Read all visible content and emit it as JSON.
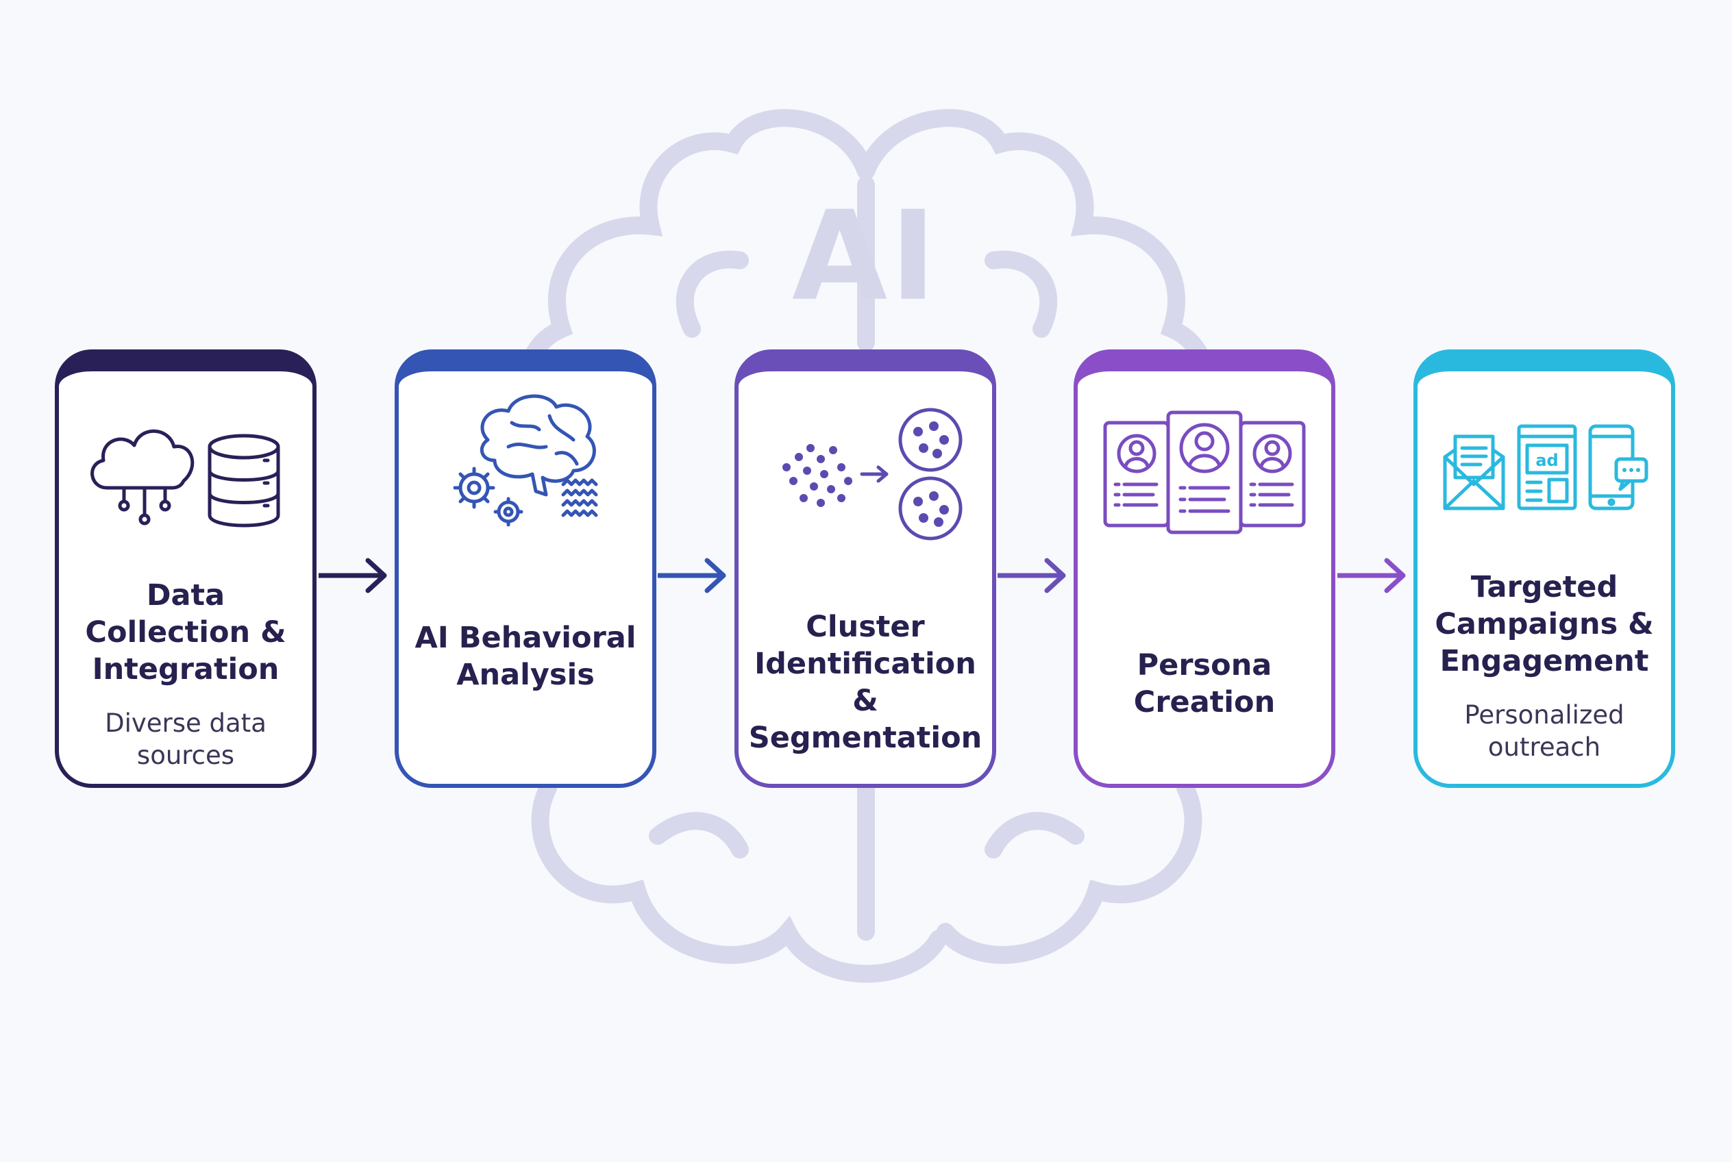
{
  "background": {
    "watermark_text": "AI",
    "color": "#d6d6ea"
  },
  "stages": [
    {
      "title": "Data Collection & Integration",
      "subtitle": "Diverse data sources",
      "icon": "cloud-database-icon",
      "color": "#2a2058"
    },
    {
      "title": "AI Behavioral Analysis",
      "subtitle": "",
      "icon": "brain-gears-icon",
      "color": "#3455b4"
    },
    {
      "title": "Cluster Identification & Segmentation",
      "subtitle": "",
      "icon": "cluster-icon",
      "color": "#6a4fb8"
    },
    {
      "title": "Persona Creation",
      "subtitle": "",
      "icon": "persona-cards-icon",
      "color": "#8a4fc8"
    },
    {
      "title": "Targeted Campaigns & Engagement",
      "subtitle": "Personalized outreach",
      "icon": "campaign-channels-icon",
      "color": "#2ab9de"
    }
  ],
  "icon_texts": {
    "ad_label": "ad"
  }
}
